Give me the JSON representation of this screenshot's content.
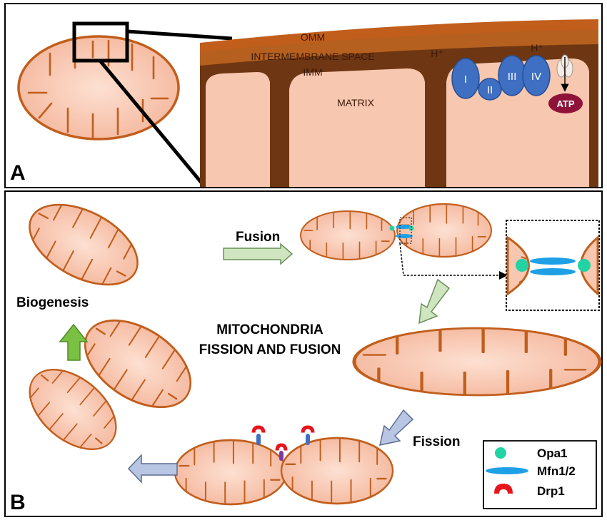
{
  "panel_a": {
    "letter": "A",
    "labels": {
      "omm": "OMM",
      "intermembrane": "INTERMEMBRANE SPACE",
      "imm": "IMM",
      "matrix": "MATRIX",
      "proton_left": "H⁺",
      "proton_right": "H⁺"
    },
    "complexes": [
      "I",
      "II",
      "III",
      "IV"
    ],
    "atp": "ATP"
  },
  "panel_b": {
    "letter": "B",
    "title_line1": "MITOCHONDRIA",
    "title_line2": "FISSION AND FUSION",
    "fusion": "Fusion",
    "fission": "Fission",
    "biogenesis": "Biogenesis"
  },
  "legend": {
    "items": [
      {
        "label": "Opa1",
        "icon": "teal-circle",
        "color": "#22d3a3"
      },
      {
        "label": "Mfn1/2",
        "icon": "blue-ellipse",
        "color": "#1ea0e6"
      },
      {
        "label": "Drp1",
        "icon": "red-ring",
        "color": "#e8141c"
      }
    ]
  },
  "colors": {
    "membrane": "#c15e1c",
    "matrix": "#f8c7b0",
    "ims": "#b5601f",
    "imm_dark": "#6e3612",
    "complex": "#3f6fc2",
    "atp": "#8f1338",
    "arrow_green": "#cfe5c0",
    "arrow_green_dark": "#7ac043",
    "arrow_blue": "#b8c6e3"
  }
}
